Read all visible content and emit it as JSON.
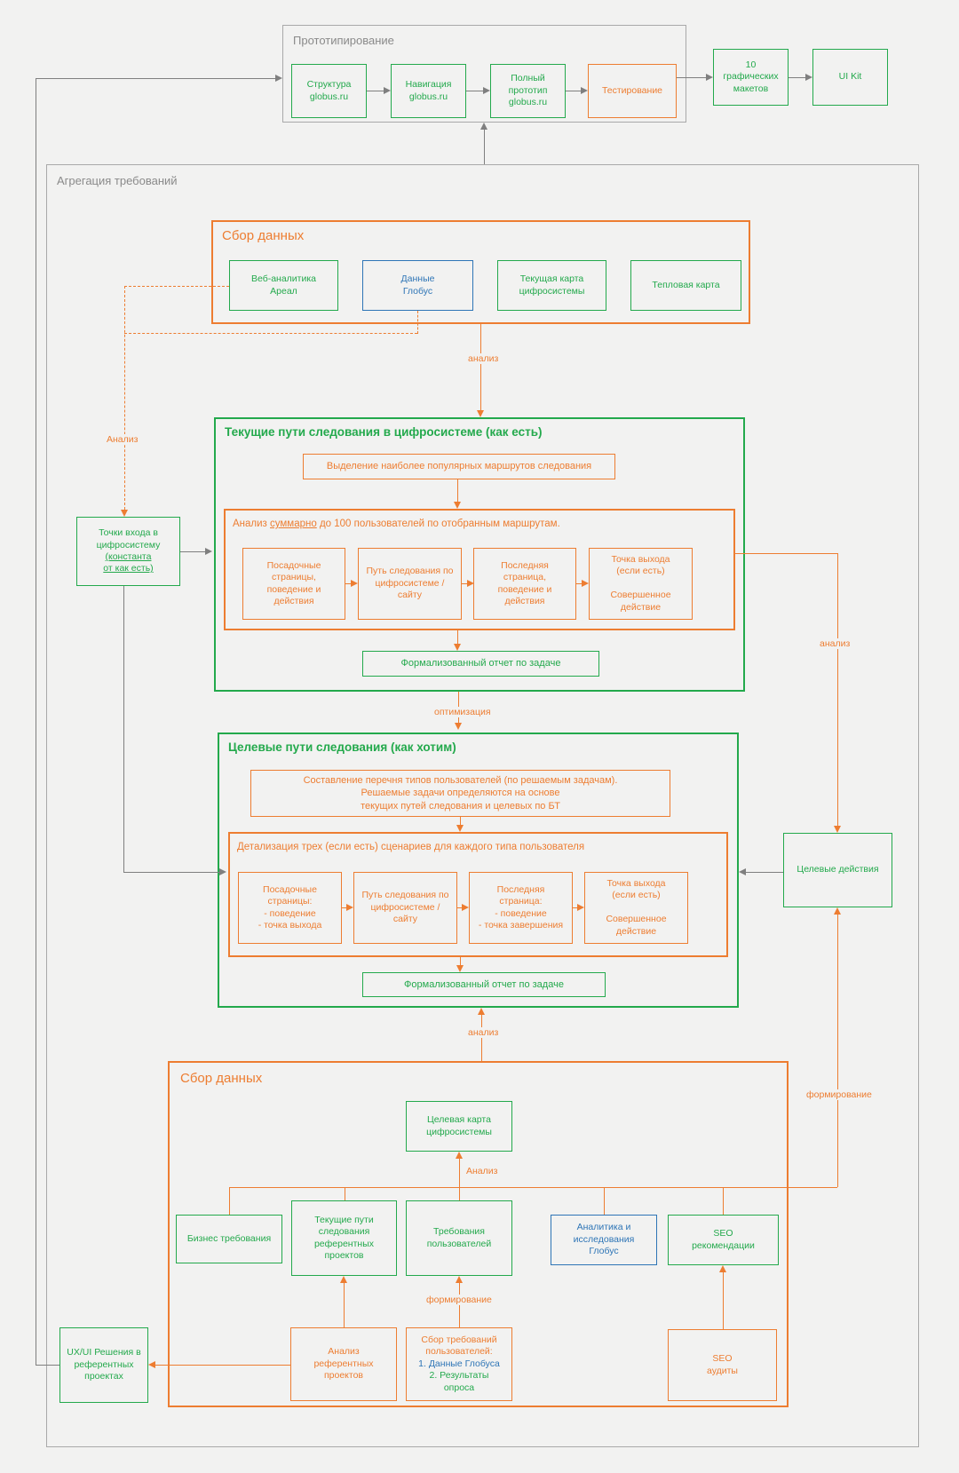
{
  "colors": {
    "green": "#23a94c",
    "orange": "#ed7d31",
    "blue": "#2e75b6",
    "gray_border": "#a9a9a9",
    "gray_text": "#8a8a8a",
    "background": "#f2f2f1"
  },
  "prototyping": {
    "title": "Прототипирование",
    "steps": [
      {
        "label": "Структура\nglobus.ru"
      },
      {
        "label": "Навигация\nglobus.ru"
      },
      {
        "label": "Полный\nпрототип\nglobus.ru"
      },
      {
        "label": "Тестирование"
      }
    ],
    "outputs": [
      {
        "label": "10\nграфических\nмакетов"
      },
      {
        "label": "UI Kit"
      }
    ]
  },
  "aggregation": {
    "title": "Агрегация требований",
    "collect_top": {
      "title": "Сбор данных",
      "items": [
        {
          "label": "Веб-аналитика\nАреал"
        },
        {
          "label": "Данные\nГлобус"
        },
        {
          "label": "Текущая карта\nцифросистемы"
        },
        {
          "label": "Тепловая карта"
        }
      ]
    },
    "entry_points": {
      "top": "Точки входа в\nцифросистему",
      "underlined": "(константа\nот как есть)"
    },
    "current": {
      "title": "Текущие пути следования в цифросистеме (как есть)",
      "highlight": "Выделение наиболее популярных маршрутов следования",
      "analysis_prefix": "Анализ ",
      "analysis_underlined": "суммарно",
      "analysis_suffix": " до 100 пользователей по отобранным маршрутам.",
      "steps": [
        {
          "label": "Посадочные\nстраницы,\nповедение и\nдействия"
        },
        {
          "label": "Путь следования по\nцифросистеме /\nсайту"
        },
        {
          "label": "Последняя\nстраница,\nповедение и\nдействия"
        },
        {
          "label": "Точка выхода\n(если есть)\n\nСовершенное\nдействие"
        }
      ],
      "report": "Формализованный отчет по задаче"
    },
    "target": {
      "title": "Целевые пути следования (как хотим)",
      "listing": "Составление перечня типов пользователей (по решаемым задачам).\nРешаемые задачи определяются на основе\nтекущих путей следования и целевых по БТ",
      "detail_title": "Детализация трех (если есть) сценариев для каждого типа пользователя",
      "steps": [
        {
          "label": "Посадочные\nстраницы:\n- поведение\n- точка выхода"
        },
        {
          "label": "Путь следования по\nцифросистеме /\nсайту"
        },
        {
          "label": "Последняя\nстраница:\n- поведение\n- точка завершения"
        },
        {
          "label": "Точка выхода\n(если есть)\n\nСовершенное\nдействие"
        }
      ],
      "report": "Формализованный отчет по задаче"
    },
    "target_actions": {
      "label": "Целевые действия"
    },
    "collect_bottom": {
      "title": "Сбор данных",
      "target_map": "Целевая карта\nцифросистемы",
      "sources": [
        {
          "label": "Бизнес требования"
        },
        {
          "label": "Текущие пути\nследования\nреферентных\nпроектов"
        },
        {
          "label": "Требования\nпользователей"
        },
        {
          "label": "Аналитика и\nисследования\nГлобус"
        },
        {
          "label": "SEO\nрекомендации"
        }
      ],
      "analysis_ref": "Анализ\nреферентных\nпроектов",
      "req_title": "Сбор требований\nпользователей:",
      "req_item1": "1. Данные Глобуса",
      "req_item2": "2. Результаты\nопроса",
      "seo_audits": "SEO\nаудиты"
    },
    "uxui": {
      "label": "UX/UI Решения в\nреферентных\nпроектах"
    },
    "labels": {
      "analysis_top": "анализ",
      "analysis_dashed": "Анализ",
      "optimization": "оптимизация",
      "analysis_right": "анализ",
      "formation_right": "формирование",
      "analysis_bottom": "анализ",
      "analysis_map": "Анализ",
      "formation_req": "формирование"
    }
  }
}
